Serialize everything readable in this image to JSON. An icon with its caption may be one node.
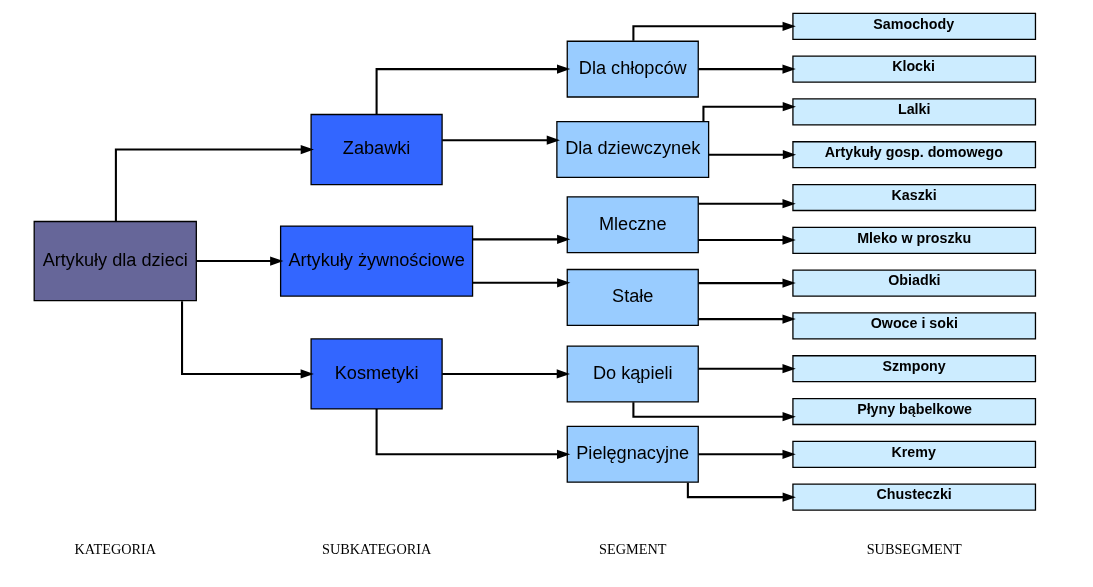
{
  "diagram": {
    "nodes": [
      {
        "text": [
          "Artykuły dla dzieci"
        ]
      },
      {
        "text": [
          "Zabawki"
        ]
      },
      {
        "text": [
          "Artykuły żywnościowe"
        ]
      },
      {
        "text": [
          "Kosmetyki"
        ]
      },
      {
        "text": [
          "Dla chłopców"
        ]
      },
      {
        "text": [
          "Dla dziewczynek"
        ]
      },
      {
        "text": [
          "Mleczne"
        ]
      },
      {
        "text": [
          "Stałe"
        ]
      },
      {
        "text": [
          "Do kąpieli"
        ]
      },
      {
        "text": [
          "Pielęgnacyjne"
        ]
      },
      {
        "text": [
          "Samochody"
        ]
      },
      {
        "text": [
          "Klocki"
        ]
      },
      {
        "text": [
          "Lalki"
        ]
      },
      {
        "text": [
          "Artykuły gosp. domowego"
        ]
      },
      {
        "text": [
          "Kaszki"
        ]
      },
      {
        "text": [
          "Mleko w proszku"
        ]
      },
      {
        "text": [
          "Obiadki"
        ]
      },
      {
        "text": [
          "Owoce i soki"
        ]
      },
      {
        "text": [
          "Szmpony"
        ]
      },
      {
        "text": [
          "Płyny bąbelkowe"
        ]
      },
      {
        "text": [
          "Kremy"
        ]
      },
      {
        "text": [
          "Chusteczki"
        ]
      }
    ],
    "edges": [
      {
        "from": 0,
        "to": 1,
        "arrow": "to"
      },
      {
        "from": 0,
        "to": 2,
        "arrow": "to"
      },
      {
        "from": 0,
        "to": 3,
        "arrow": "to"
      },
      {
        "from": 1,
        "to": 4,
        "arrow": "to"
      },
      {
        "from": 1,
        "to": 5,
        "arrow": "to"
      },
      {
        "from": 2,
        "to": 6,
        "arrow": "to"
      },
      {
        "from": 2,
        "to": 7,
        "arrow": "to"
      },
      {
        "from": 3,
        "to": 8,
        "arrow": "to"
      },
      {
        "from": 3,
        "to": 9,
        "arrow": "to"
      },
      {
        "from": 4,
        "to": 10,
        "arrow": "to"
      },
      {
        "from": 4,
        "to": 11,
        "arrow": "to"
      },
      {
        "from": 5,
        "to": 12,
        "arrow": "to"
      },
      {
        "from": 5,
        "to": 13,
        "arrow": "to"
      },
      {
        "from": 6,
        "to": 14,
        "arrow": "to"
      },
      {
        "from": 6,
        "to": 15,
        "arrow": "to"
      },
      {
        "from": 7,
        "to": 16,
        "arrow": "to"
      },
      {
        "from": 7,
        "to": 17,
        "arrow": "to"
      },
      {
        "from": 8,
        "to": 18,
        "arrow": "to"
      },
      {
        "from": 8,
        "to": 19,
        "arrow": "to"
      },
      {
        "from": 9,
        "to": 20,
        "arrow": "to"
      },
      {
        "from": 9,
        "to": 21,
        "arrow": "to"
      }
    ],
    "labels": [
      "KATEGORIA",
      "SUBKATEGORIA",
      "SEGMENT",
      "SUBSEGMENT"
    ]
  }
}
